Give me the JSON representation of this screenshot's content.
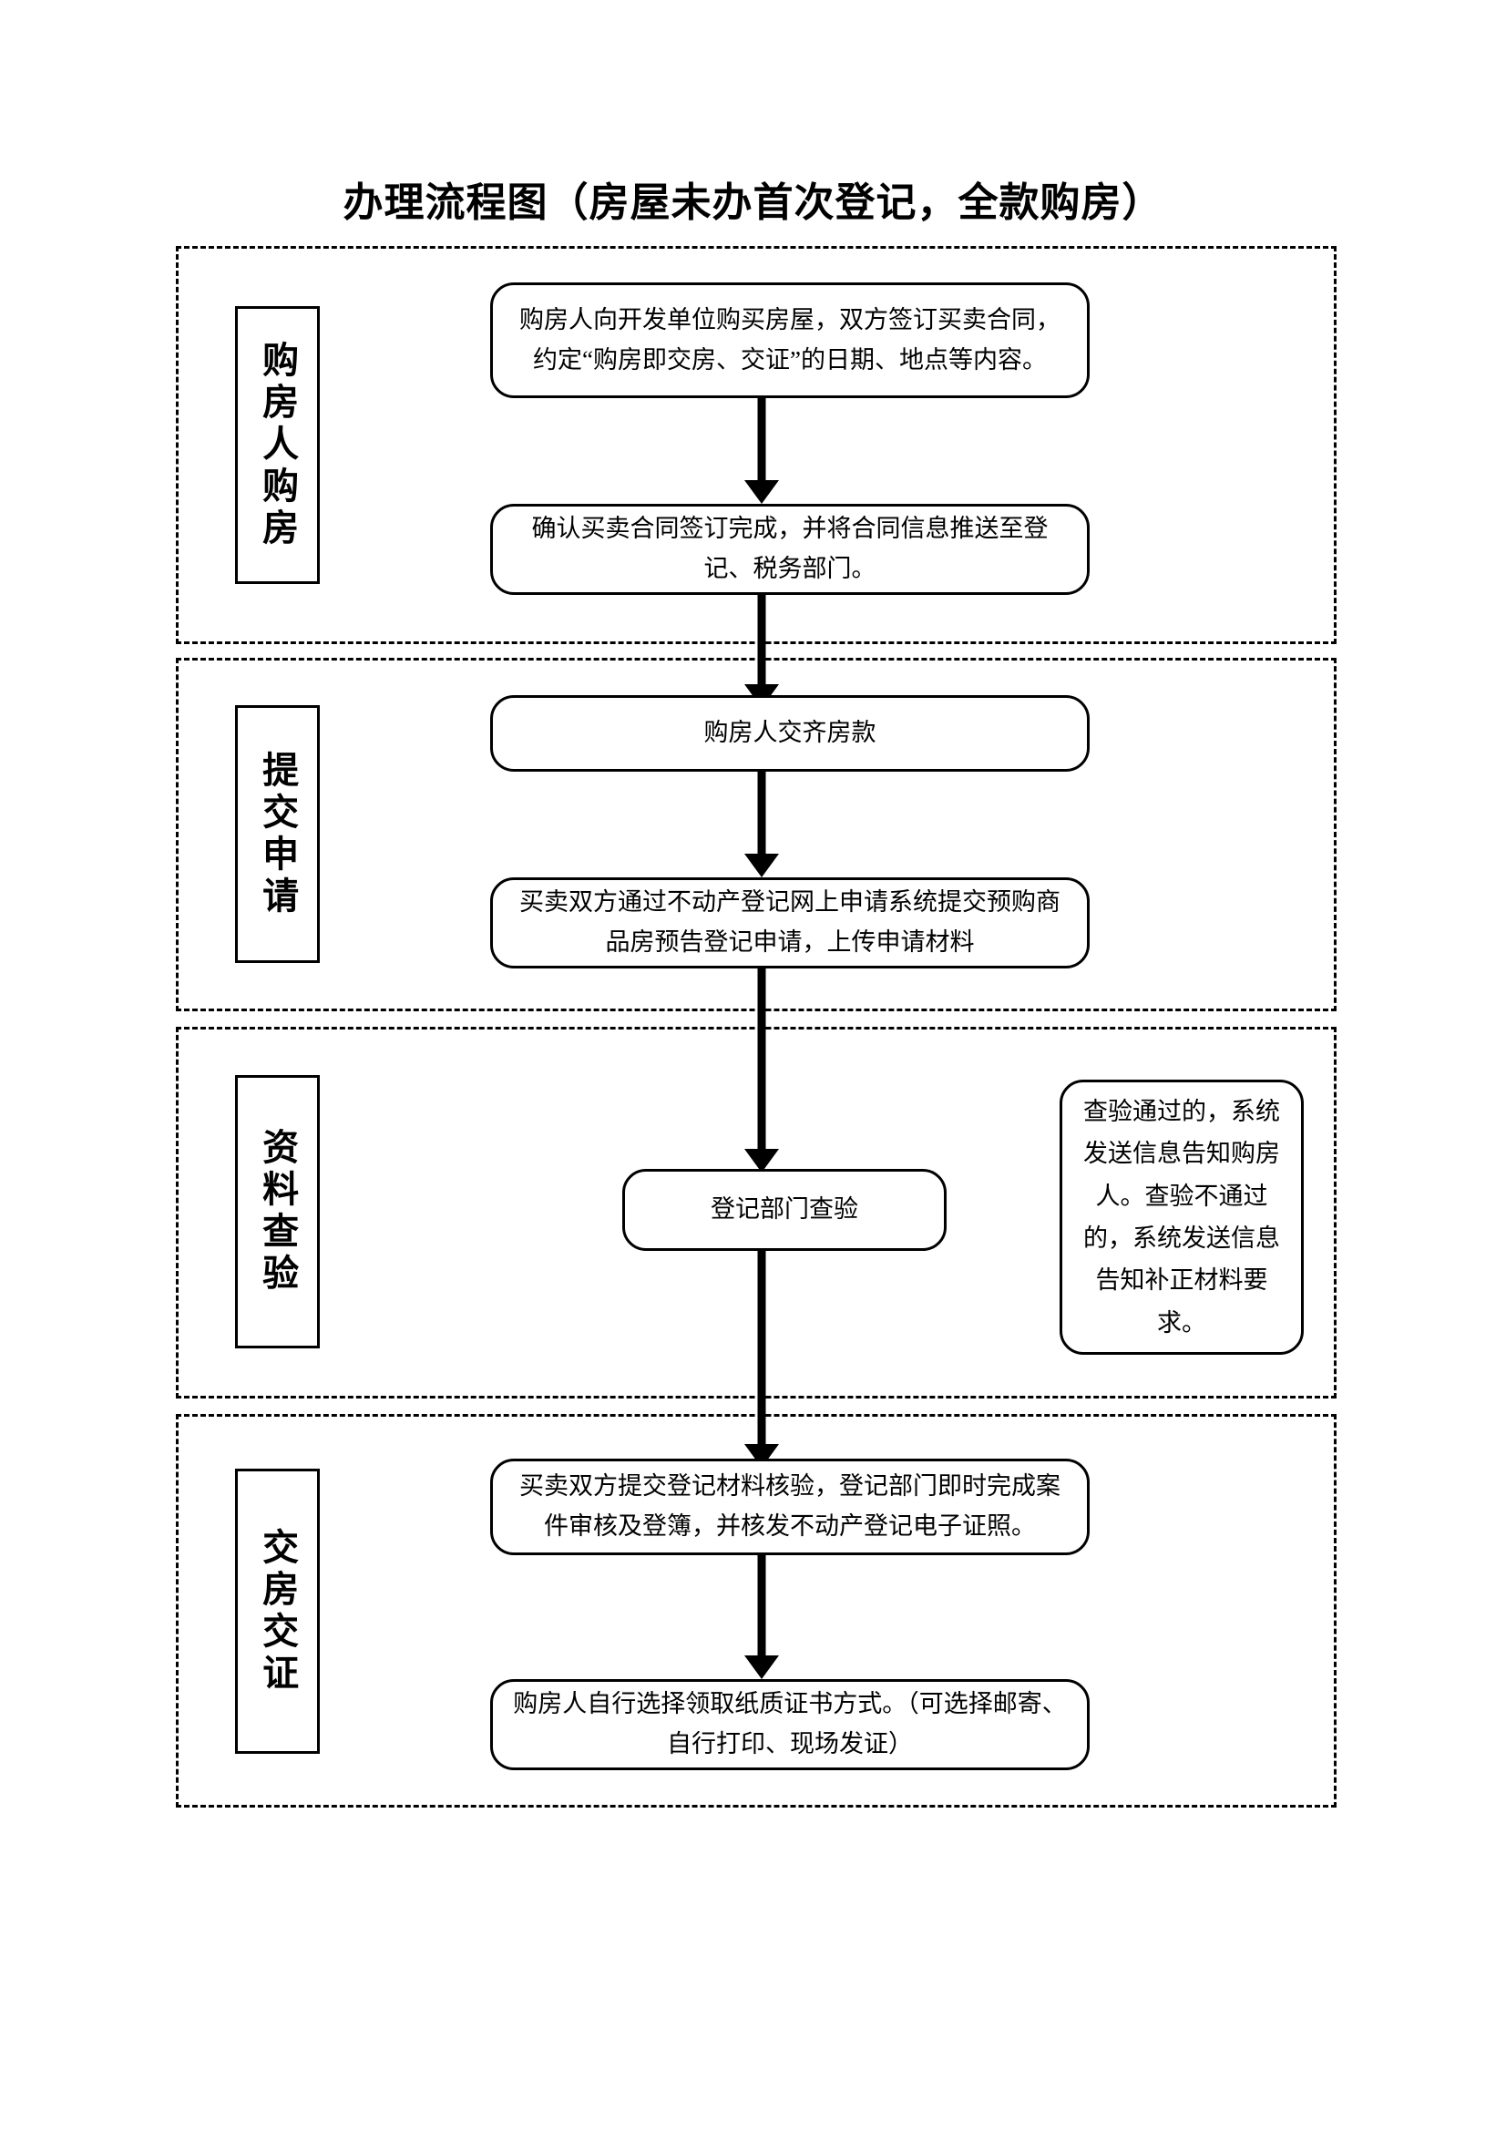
{
  "document": {
    "title": "办理流程图（房屋未办首次登记，全款购房）"
  },
  "stages": [
    {
      "id": "stage-1",
      "label": "购房人购房",
      "nodes": [
        {
          "id": "node-1",
          "text": "购房人向开发单位购买房屋，双方签订买卖合同，约定“购房即交房、交证”的日期、地点等内容。"
        },
        {
          "id": "node-2",
          "text": "确认买卖合同签订完成，并将合同信息推送至登记、税务部门。"
        }
      ]
    },
    {
      "id": "stage-2",
      "label": "提交申请",
      "nodes": [
        {
          "id": "node-3",
          "text": "购房人交齐房款"
        },
        {
          "id": "node-4",
          "text": "买卖双方通过不动产登记网上申请系统提交预购商品房预告登记申请，上传申请材料"
        }
      ]
    },
    {
      "id": "stage-3",
      "label": "资料查验",
      "nodes": [
        {
          "id": "node-5",
          "text": "登记部门查验"
        },
        {
          "id": "node-6",
          "text": "查验通过的，系统发送信息告知购房人。查验不通过的，系统发送信息告知补正材料要求。"
        }
      ]
    },
    {
      "id": "stage-4",
      "label": "交房交证",
      "nodes": [
        {
          "id": "node-7",
          "text": "买卖双方提交登记材料核验，登记部门即时完成案件审核及登簿，并核发不动产登记电子证照。"
        },
        {
          "id": "node-8",
          "text": "购房人自行选择领取纸质证书方式。（可选择邮寄、自行打印、现场发证）"
        }
      ]
    }
  ],
  "colors": {
    "line": "#000000",
    "background": "#ffffff"
  }
}
